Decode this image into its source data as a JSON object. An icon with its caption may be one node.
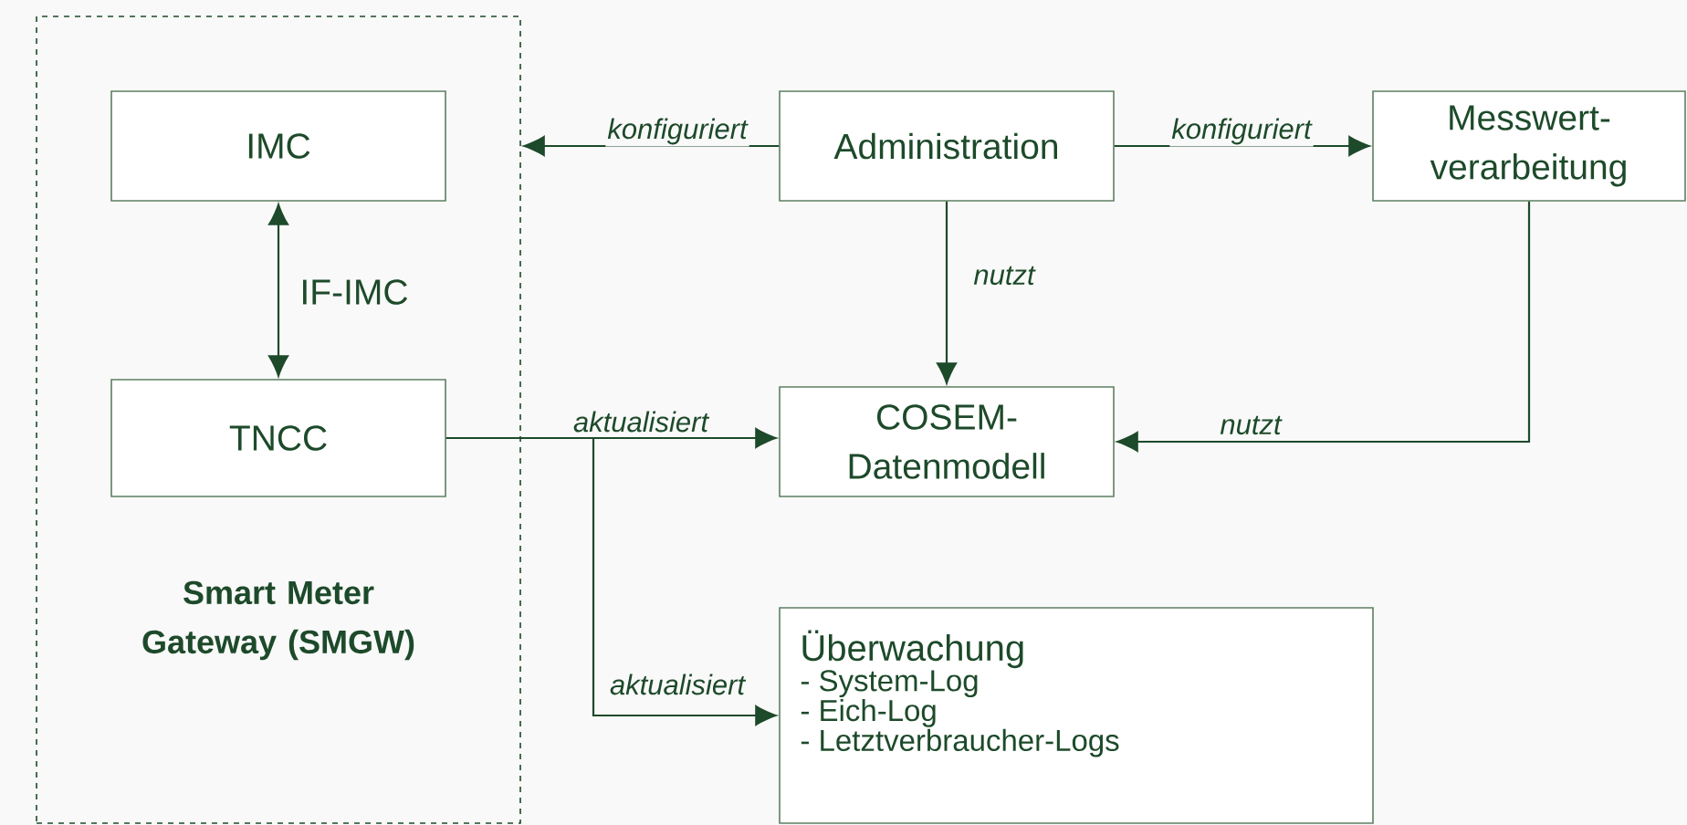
{
  "diagram": {
    "nodes": [
      {
        "text": [
          "Smart Meter Gateway (SMGW)"
        ]
      },
      {
        "text": [
          "IMC"
        ],
        "in": 0
      },
      {
        "text": [
          "TNCC"
        ],
        "in": 0
      },
      {
        "text": [
          "Administration"
        ]
      },
      {
        "text": [
          "Messwert- verarbeitung"
        ]
      },
      {
        "text": [
          "COSEM- Datenmodell"
        ]
      },
      {
        "text": [
          "Überwachung",
          "- System-Log",
          "- Eich-Log",
          "- Letztverbraucher-Logs"
        ]
      }
    ],
    "edges": [
      {
        "from": 3,
        "to": 0,
        "arrow": "to",
        "label": "konfiguriert"
      },
      {
        "from": 1,
        "to": 2,
        "arrow": "both",
        "label": "IF-IMC"
      },
      {
        "from": 3,
        "to": 4,
        "arrow": "to",
        "label": "konfiguriert"
      },
      {
        "from": 3,
        "to": 5,
        "arrow": "to",
        "label": "nutzt"
      },
      {
        "from": 4,
        "to": 5,
        "arrow": "to",
        "label": "nutzt"
      },
      {
        "from": 2,
        "to": 5,
        "arrow": "to",
        "label": "aktualisiert"
      },
      {
        "from": 2,
        "to": 6,
        "arrow": "to",
        "label": "aktualisiert"
      }
    ]
  }
}
